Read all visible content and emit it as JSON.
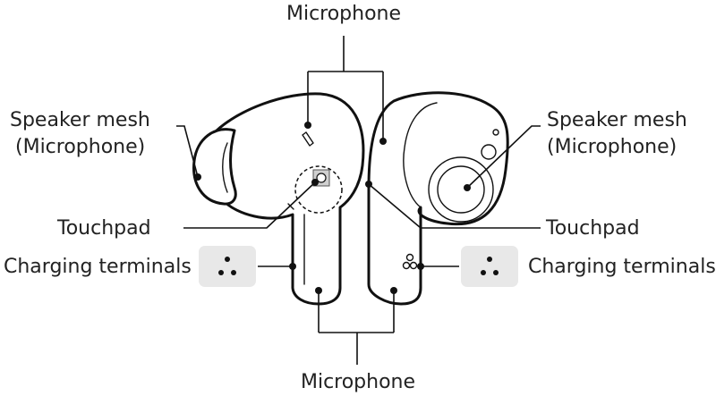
{
  "labels": {
    "mic_top": "Microphone",
    "mic_bottom": "Microphone",
    "speaker_left_1": "Speaker mesh",
    "speaker_left_2": "(Microphone)",
    "speaker_right_1": "Speaker mesh",
    "speaker_right_2": "(Microphone)",
    "touchpad_left": "Touchpad",
    "touchpad_right": "Touchpad",
    "charging_left": "Charging terminals",
    "charging_right": "Charging terminals"
  },
  "colors": {
    "line": "#111111",
    "terminal_box": "#e8e8e8",
    "text": "#222222"
  }
}
